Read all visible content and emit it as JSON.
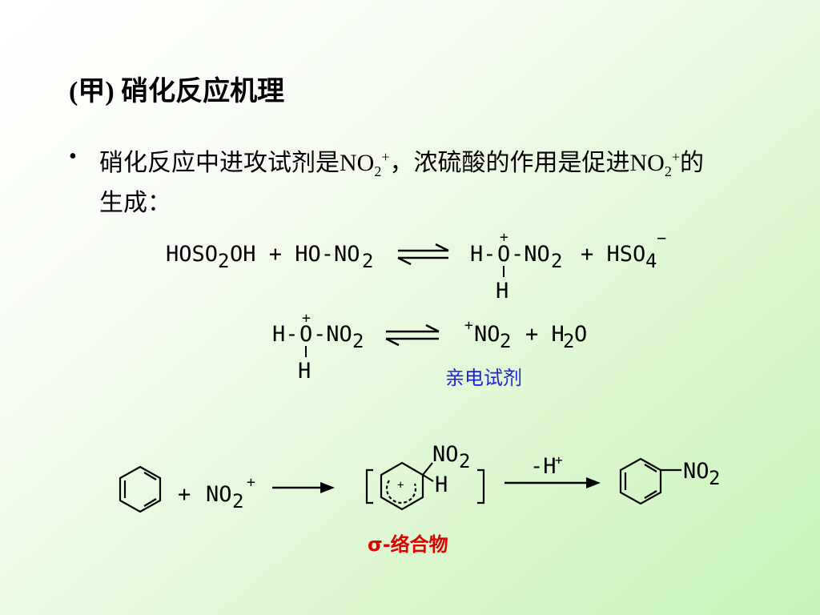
{
  "title": "(甲) 硝化反应机理",
  "bullet": {
    "part1": "硝化反应中进攻试剂是NO",
    "sub1": "2",
    "sup1": "+",
    "part2": "，浓硫酸的作用是促进NO",
    "sub2": "2",
    "sup2": "+",
    "part3": "的生成："
  },
  "equation1": {
    "left": "HOSO",
    "left_sub": "2",
    "left_rest": "OH + HO-NO",
    "left_sub2": "2",
    "right_h": "H-",
    "right_o": "O",
    "right_o_charge": "+",
    "right_no": "-NO",
    "right_sub": "2",
    "right_plus": "+ HSO",
    "right_sub2": "4",
    "right_charge": "−",
    "right_h_below": "H"
  },
  "equation2": {
    "left_h": "H-",
    "left_o": "O",
    "left_o_charge": "+",
    "left_no": "-NO",
    "left_sub": "2",
    "left_h_below": "H",
    "right_charge": "+",
    "right_no": "NO",
    "right_sub": "2",
    "right_plus": "+ H",
    "right_sub2": "2",
    "right_o": "O",
    "label": "亲电试剂"
  },
  "equation3": {
    "reagent_plus": "+",
    "reagent": "NO",
    "reagent_sub": "2",
    "reagent_charge": "+",
    "intermediate_no": "NO",
    "intermediate_sub": "2",
    "intermediate_h": "H",
    "intermediate_charge": "+",
    "step": "-H",
    "step_charge": "+",
    "product_no": "NO",
    "product_sub": "2",
    "label": "σ-络合物"
  },
  "colors": {
    "label_blue": "#2020e0",
    "label_red": "#e00000"
  }
}
